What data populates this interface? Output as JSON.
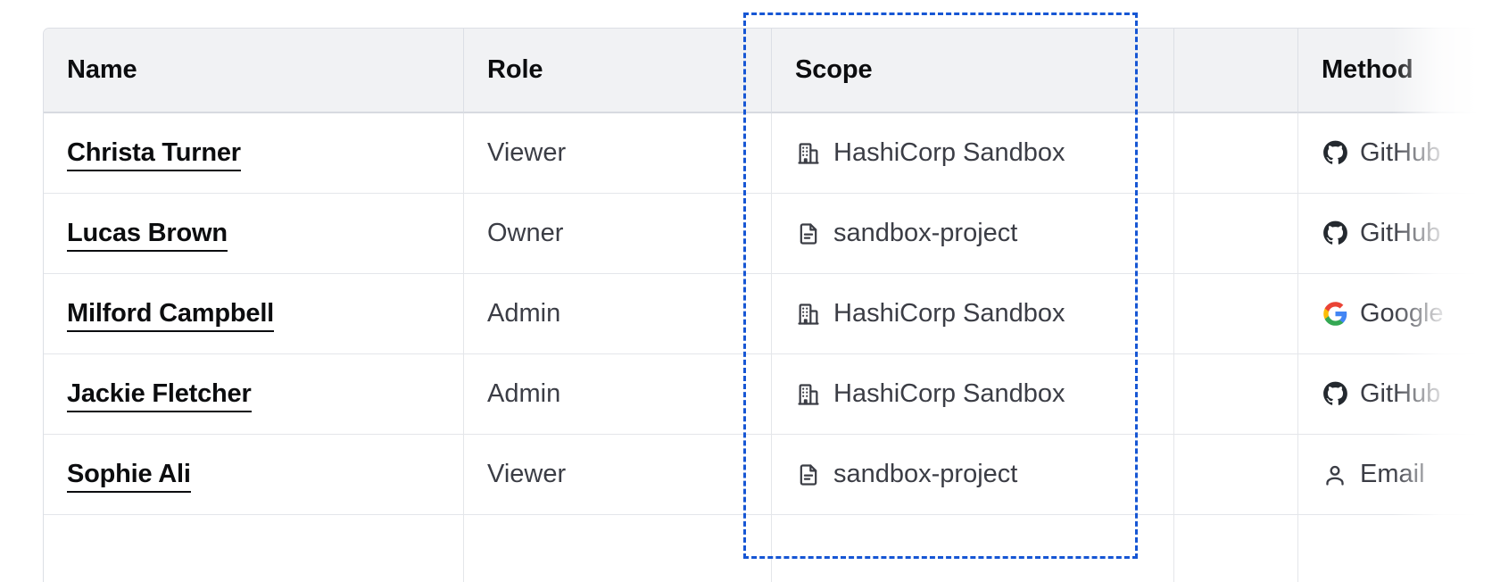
{
  "table": {
    "columns": [
      {
        "key": "name",
        "label": "Name"
      },
      {
        "key": "role",
        "label": "Role"
      },
      {
        "key": "scope",
        "label": "Scope"
      },
      {
        "key": "blank",
        "label": ""
      },
      {
        "key": "method",
        "label": "Method"
      }
    ],
    "rows": [
      {
        "name": "Christa Turner",
        "role": "Viewer",
        "scope": "HashiCorp Sandbox",
        "scope_icon": "org-building-icon",
        "method": "GitHub",
        "method_icon": "github-icon"
      },
      {
        "name": "Lucas Brown",
        "role": "Owner",
        "scope": "sandbox-project",
        "scope_icon": "project-file-icon",
        "method": "GitHub",
        "method_icon": "github-icon"
      },
      {
        "name": "Milford Campbell",
        "role": "Admin",
        "scope": "HashiCorp Sandbox",
        "scope_icon": "org-building-icon",
        "method": "Google",
        "method_icon": "google-icon"
      },
      {
        "name": "Jackie Fletcher",
        "role": "Admin",
        "scope": "HashiCorp Sandbox",
        "scope_icon": "org-building-icon",
        "method": "GitHub",
        "method_icon": "github-icon"
      },
      {
        "name": "Sophie Ali",
        "role": "Viewer",
        "scope": "sandbox-project",
        "scope_icon": "project-file-icon",
        "method": "Email",
        "method_icon": "user-icon"
      },
      {
        "name": "",
        "role": "",
        "scope": "",
        "scope_icon": "",
        "method": "",
        "method_icon": ""
      }
    ]
  },
  "selection": {
    "target_column": "Scope",
    "outline_color": "#1656d4",
    "style": "dashed"
  },
  "colors": {
    "header_background": "#f1f2f4",
    "header_text": "#0c0d0f",
    "body_text": "#3b3d45",
    "link_text": "#0c0d0f",
    "row_border": "#e4e6ea",
    "table_border": "#dcdfe5",
    "selection_blue": "#1656d4",
    "github_dark": "#24292f",
    "google_blue": "#4285f4",
    "google_red": "#ea4335",
    "google_yellow": "#fbbc05",
    "google_green": "#34a853"
  }
}
